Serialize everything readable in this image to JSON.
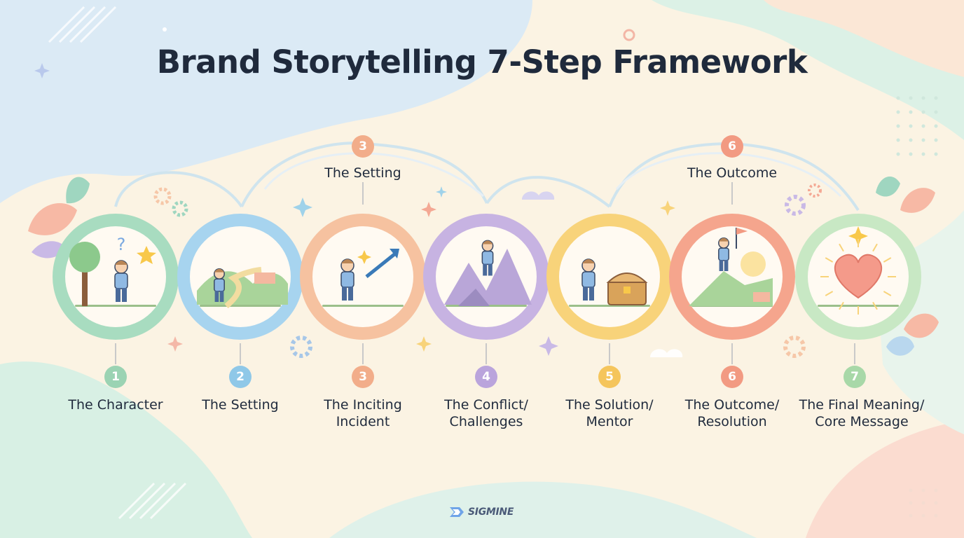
{
  "title": "Brand Storytelling 7-Step Framework",
  "steps": [
    {
      "number": "1",
      "label_line1": "The Character",
      "label_line2": "",
      "color": "#a8dcc0",
      "badge_color": "#9bd3b3",
      "scene": "character"
    },
    {
      "number": "2",
      "label_line1": "The Setting",
      "label_line2": "",
      "color": "#a7d4ef",
      "badge_color": "#8fc8e8",
      "scene": "setting"
    },
    {
      "number": "3",
      "label_line1": "The Inciting",
      "label_line2": "Incident",
      "color": "#f6c2a0",
      "badge_color": "#f2ad8a",
      "scene": "inciting"
    },
    {
      "number": "4",
      "label_line1": "The Conflict/",
      "label_line2": "Challenges",
      "color": "#c7b3e2",
      "badge_color": "#baa4dc",
      "scene": "conflict"
    },
    {
      "number": "5",
      "label_line1": "The Solution/",
      "label_line2": "Mentor",
      "color": "#f8d37a",
      "badge_color": "#f5c55c",
      "scene": "solution"
    },
    {
      "number": "6",
      "label_line1": "The Outcome/",
      "label_line2": "Resolution",
      "color": "#f5a58d",
      "badge_color": "#f29a82",
      "scene": "outcome"
    },
    {
      "number": "7",
      "label_line1": "The Final Meaning/",
      "label_line2": "Core Message",
      "color": "#c8e8c4",
      "badge_color": "#a8d8a8",
      "scene": "meaning"
    }
  ],
  "top_callouts": [
    {
      "number": "3",
      "label": "The Setting",
      "color": "#f2ad8a"
    },
    {
      "number": "6",
      "label": "The Outcome",
      "color": "#f29a82"
    }
  ],
  "brand": {
    "name": "SIGMINE"
  }
}
